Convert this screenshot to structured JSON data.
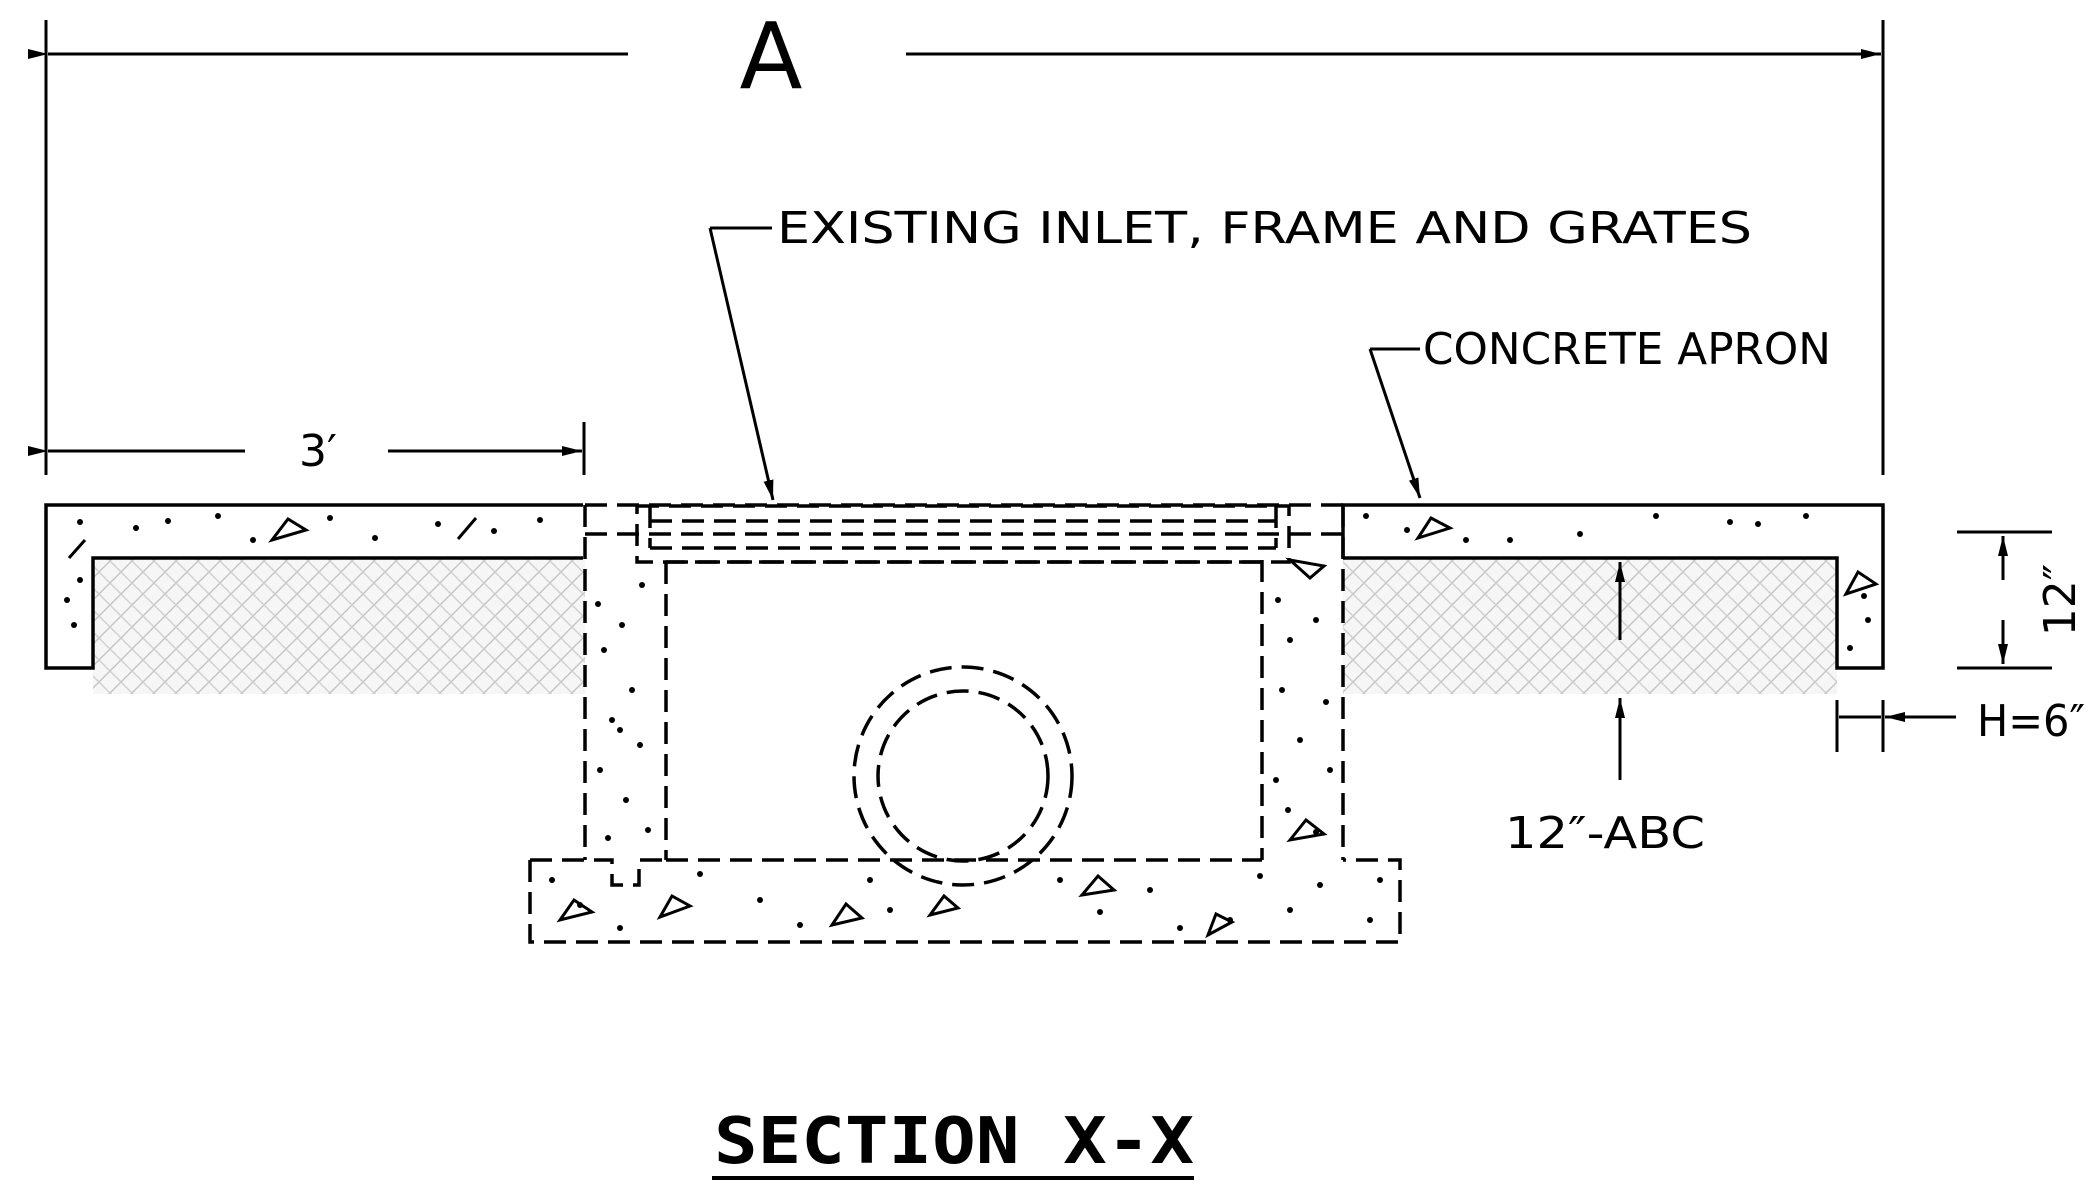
{
  "dimensions": {
    "overall": "A",
    "apron_width": "3′",
    "slab_thickness": "12″",
    "edge_height": "H=6″"
  },
  "callouts": {
    "existing_inlet": "EXISTING INLET, FRAME AND GRATES",
    "apron": "CONCRETE APRON",
    "base": "12″-ABC"
  },
  "title": "SECTION X-X"
}
